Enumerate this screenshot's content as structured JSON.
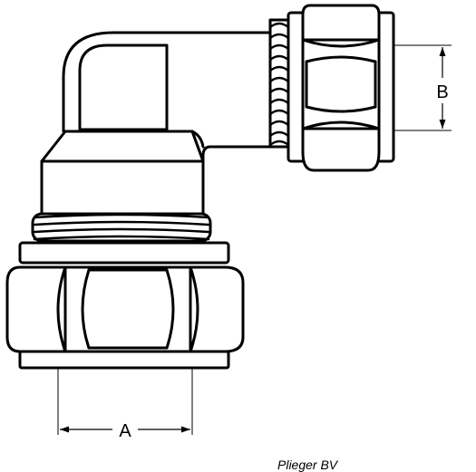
{
  "diagram": {
    "dimensions": {
      "a_label": "A",
      "b_label": "B"
    },
    "credit": "Plieger BV"
  },
  "colors": {
    "stroke": "#000000",
    "fill": "#ffffff"
  }
}
